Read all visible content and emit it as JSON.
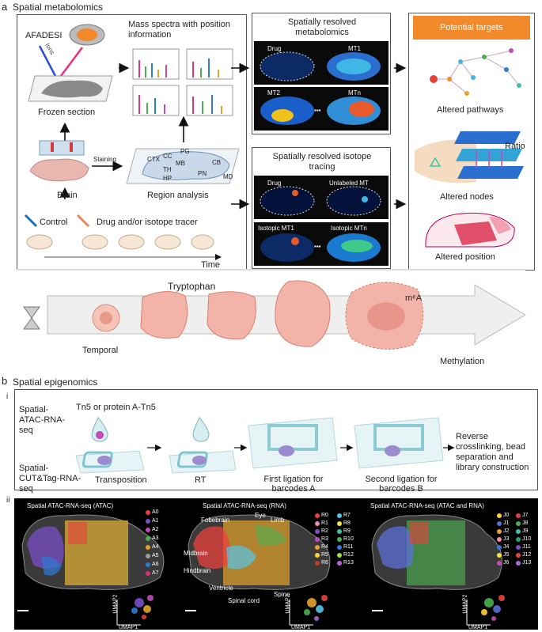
{
  "panel_a": {
    "label": "a",
    "title": "Spatial metabolomics",
    "afadesi": "AFADESI",
    "ions": "Ions",
    "frozen_section": "Frozen section",
    "mass_spectra": "Mass spectra with position information",
    "brain": "Brain",
    "staining": "Staining",
    "region_analysis": "Region analysis",
    "regions": [
      "CTX",
      "CC",
      "PG",
      "MB",
      "CB",
      "TH",
      "HP",
      "PN",
      "MD"
    ],
    "control": "Control",
    "drug_tracer": "Drug and/or isotope tracer",
    "time": "Time",
    "srm_title": "Spatially resolved metabolomics",
    "srm_labels": [
      "Drug",
      "MT1",
      "MT2",
      "MTn"
    ],
    "sri_title": "Spatially resolved isotope tracing",
    "sri_labels": [
      "Drug",
      "Unlabeled MT",
      "Isotopic MT1",
      "Isotopic MTn"
    ],
    "ellipsis": "▪▪▪",
    "potential_targets": "Potential targets",
    "altered_pathways": "Altered pathways",
    "ratio": "Ratio",
    "altered_nodes": "Altered nodes",
    "altered_position": "Altered position",
    "tryptophan": "Tryptophan",
    "temporal": "Temporal",
    "m6a": "m⁶A",
    "methylation": "Methylation"
  },
  "panel_b": {
    "label": "b",
    "title": "Spatial epigenomics",
    "sub_i": "i",
    "sub_ii": "ii",
    "spatial_atac": "Spatial-ATAC-RNA-seq",
    "spatial_cut": "Spatial-CUT&Tag-RNA-seq",
    "tn5": "Tn5 or protein A-Tn5",
    "transposition": "Transposition",
    "rt": "RT",
    "first_ligation": "First ligation for barcodes A",
    "second_ligation": "Second ligation for barcodes B",
    "reverse": "Reverse crosslinking, bead separation and library construction",
    "img_titles": [
      "Spatial ATAC-RNA-seq (ATAC)",
      "Spatial ATAC-RNA-seq (RNA)",
      "Spatial ATAC-RNA-seq (ATAC and RNA)"
    ],
    "anatomy": [
      "Fobebrain",
      "Eye",
      "Limb",
      "Midbrain",
      "Hindbrain",
      "Ventricle",
      "Spinal cord",
      "Spine"
    ],
    "umap1": "UMAP1",
    "umap2": "UMAP2",
    "legend_a": [
      "A0",
      "A1",
      "A2",
      "A3",
      "A4",
      "A5",
      "A6",
      "A7"
    ],
    "legend_r": [
      "R0",
      "R1",
      "R2",
      "R3",
      "R4",
      "R5",
      "R6",
      "R7",
      "R8",
      "R9",
      "R10",
      "R11",
      "R12",
      "R13"
    ],
    "legend_j": [
      "J0",
      "J1",
      "J2",
      "J3",
      "J4",
      "J5",
      "J6",
      "J7",
      "J8",
      "J9",
      "J10",
      "J11",
      "J12",
      "J13"
    ],
    "colors_a": [
      "#e8413c",
      "#7b4fc9",
      "#c04bb9",
      "#4caf50",
      "#e5a32b",
      "#9e9e9e",
      "#2f7bd3",
      "#d6337a"
    ],
    "colors_r": [
      "#e8413c",
      "#f28ab0",
      "#7b4fc9",
      "#c04bb9",
      "#e5a32b",
      "#ffd23a",
      "#c0392b",
      "#56c6e8",
      "#f0e64c",
      "#3ac4a4",
      "#4caf50",
      "#2f7bd3",
      "#a8d84a",
      "#b066d6"
    ],
    "colors_j": [
      "#ffd23a",
      "#5b6fd8",
      "#e5a32b",
      "#f28ab0",
      "#2f7bd3",
      "#f7e04a",
      "#c04bb9",
      "#e8413c",
      "#4caf50",
      "#3ac4a4",
      "#2e9e7a",
      "#7b4fc9",
      "#e5453c",
      "#b066d6"
    ]
  }
}
